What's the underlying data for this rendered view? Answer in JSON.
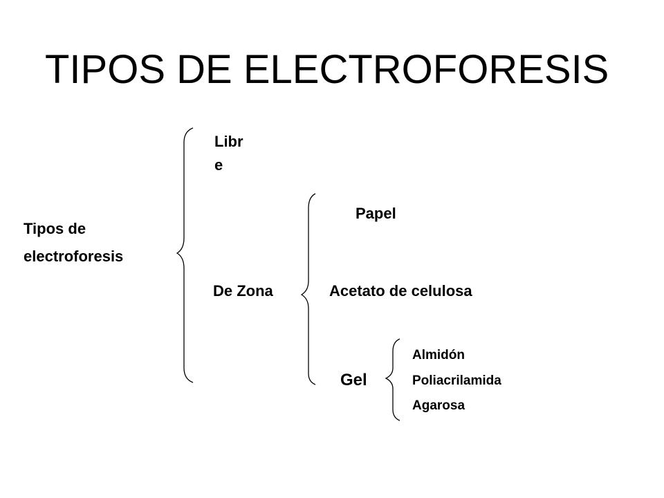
{
  "title": "TIPOS DE ELECTROFORESIS",
  "root": {
    "line1": "Tipos de",
    "line2": "electroforesis"
  },
  "level1": {
    "libre": {
      "line1": "Libr",
      "line2": "e"
    },
    "zona": "De Zona"
  },
  "level2": {
    "papel": "Papel",
    "acetato": "Acetato de celulosa",
    "gel": "Gel"
  },
  "level3": {
    "almidon": "Almidón",
    "poliacrilamida": "Poliacrilamida",
    "agarosa": "Agarosa"
  }
}
